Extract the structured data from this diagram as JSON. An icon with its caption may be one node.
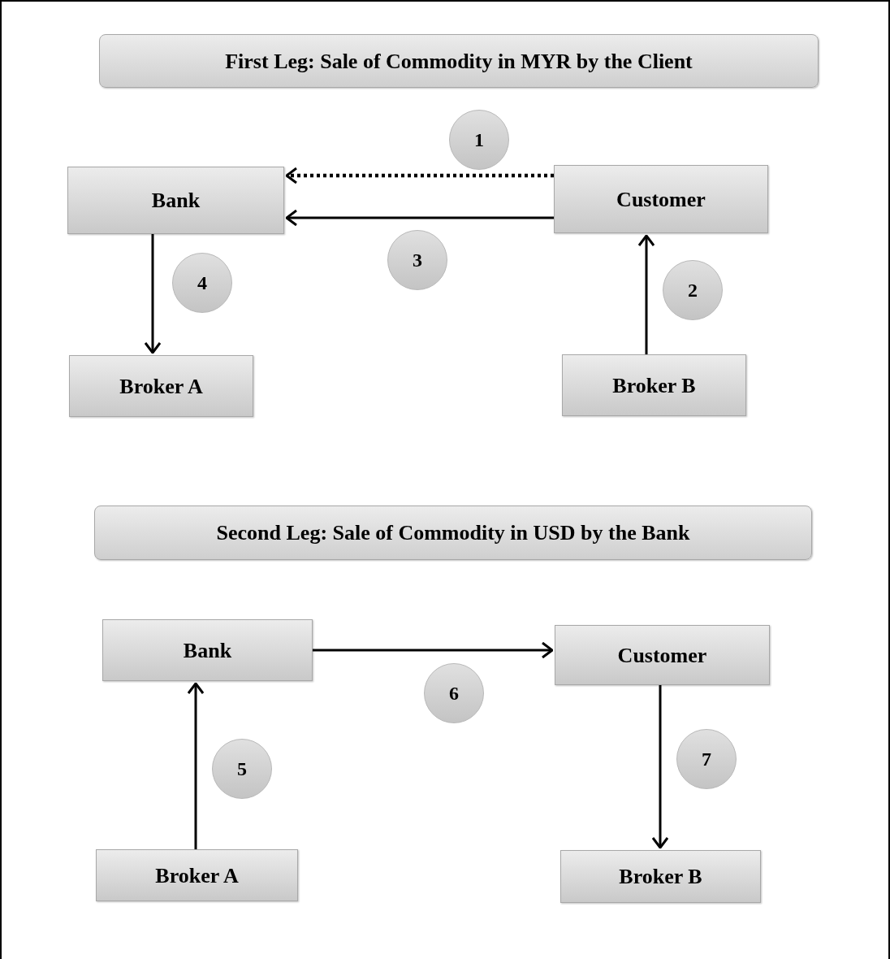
{
  "diagram": {
    "nodes": [
      {
        "text": [
          "First Leg: Sale of Commodity in MYR by the Client"
        ]
      },
      {
        "text": [
          "1"
        ]
      },
      {
        "text": [
          "Bank"
        ]
      },
      {
        "text": [
          "Customer"
        ]
      },
      {
        "text": [
          "3"
        ]
      },
      {
        "text": [
          "4"
        ]
      },
      {
        "text": [
          "2"
        ]
      },
      {
        "text": [
          "Broker A"
        ]
      },
      {
        "text": [
          "Broker B"
        ]
      },
      {
        "text": [
          "Second Leg: Sale of Commodity in USD by the Bank"
        ]
      },
      {
        "text": [
          "Bank"
        ]
      },
      {
        "text": [
          "Customer"
        ]
      },
      {
        "text": [
          "6"
        ]
      },
      {
        "text": [
          "5"
        ]
      },
      {
        "text": [
          "7"
        ]
      },
      {
        "text": [
          "Broker A"
        ]
      },
      {
        "text": [
          "Broker B"
        ]
      }
    ],
    "edges": [
      {
        "from": 3,
        "to": 2,
        "arrow": "to",
        "style": "dashed"
      },
      {
        "from": 3,
        "to": 2,
        "arrow": "to"
      },
      {
        "from": 2,
        "to": 7,
        "arrow": "to"
      },
      {
        "from": 8,
        "to": 3,
        "arrow": "to"
      },
      {
        "from": 10,
        "to": 11,
        "arrow": "to"
      },
      {
        "from": 15,
        "to": 10,
        "arrow": "to"
      },
      {
        "from": 11,
        "to": 16,
        "arrow": "to"
      }
    ]
  }
}
